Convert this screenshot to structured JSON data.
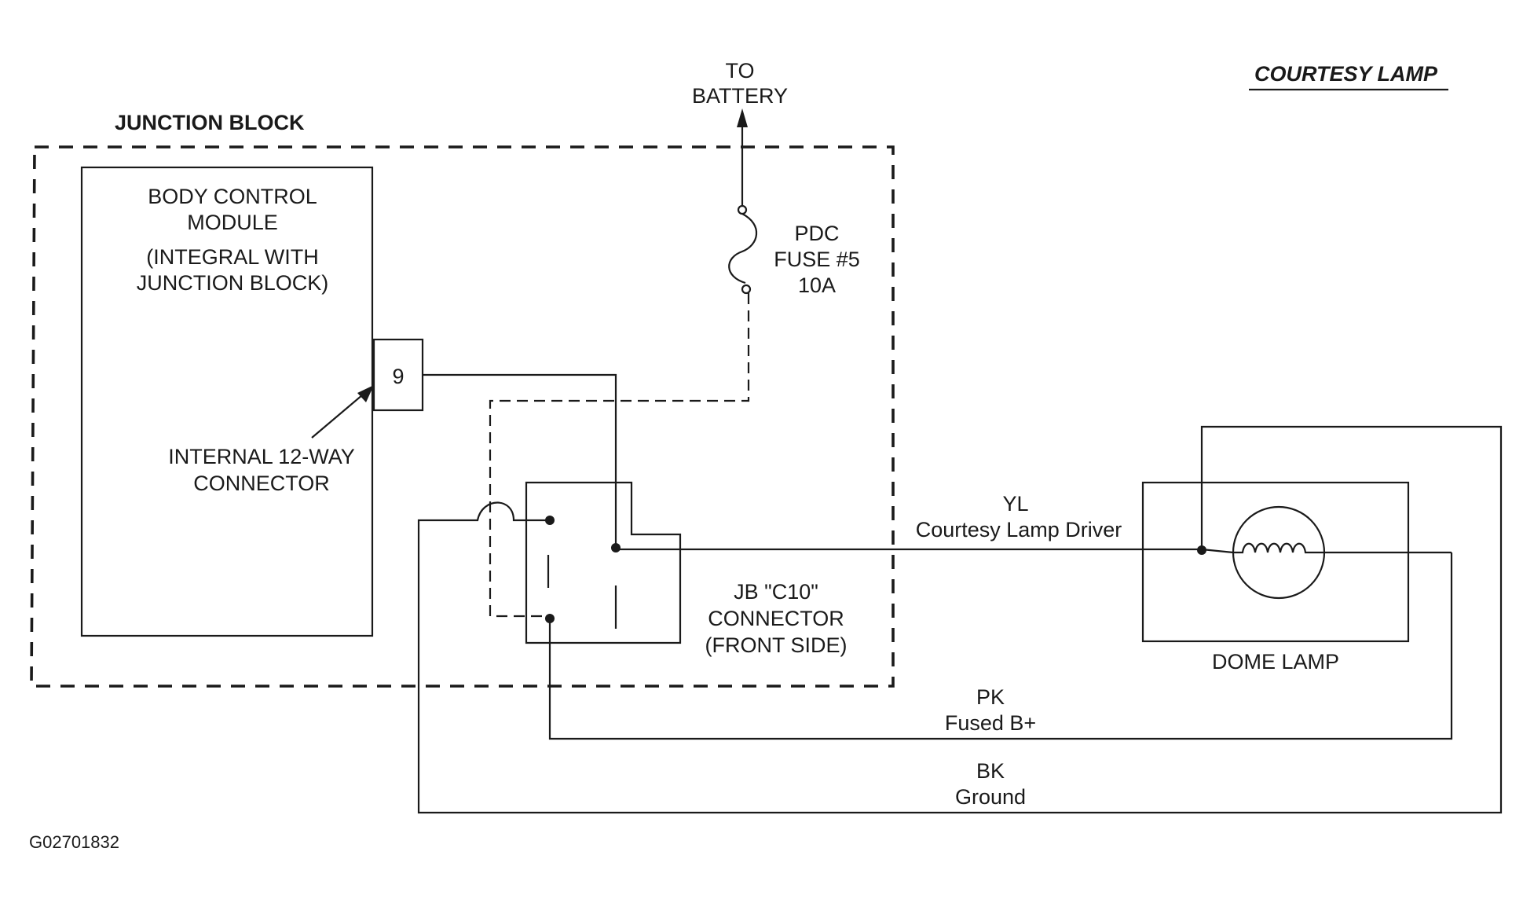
{
  "title": "COURTESY LAMP",
  "junction_block": {
    "label": "JUNCTION BLOCK"
  },
  "bcm": {
    "line1": "BODY CONTROL",
    "line2": "MODULE",
    "line3": "(INTEGRAL WITH",
    "line4": "JUNCTION BLOCK)",
    "pin": "9"
  },
  "internal_connector": {
    "line1": "INTERNAL 12-WAY",
    "line2": "CONNECTOR"
  },
  "battery": {
    "line1": "TO",
    "line2": "BATTERY"
  },
  "fuse": {
    "line1": "PDC",
    "line2": "FUSE #5",
    "line3": "10A"
  },
  "jb_connector": {
    "line1": "JB \"C10\"",
    "line2": "CONNECTOR",
    "line3": "(FRONT SIDE)"
  },
  "wires": {
    "yl": {
      "color": "YL",
      "name": "Courtesy Lamp Driver"
    },
    "pk": {
      "color": "PK",
      "name": "Fused B+"
    },
    "bk": {
      "color": "BK",
      "name": "Ground"
    }
  },
  "dome_lamp": {
    "label": "DOME LAMP"
  },
  "figure_id": "G02701832"
}
